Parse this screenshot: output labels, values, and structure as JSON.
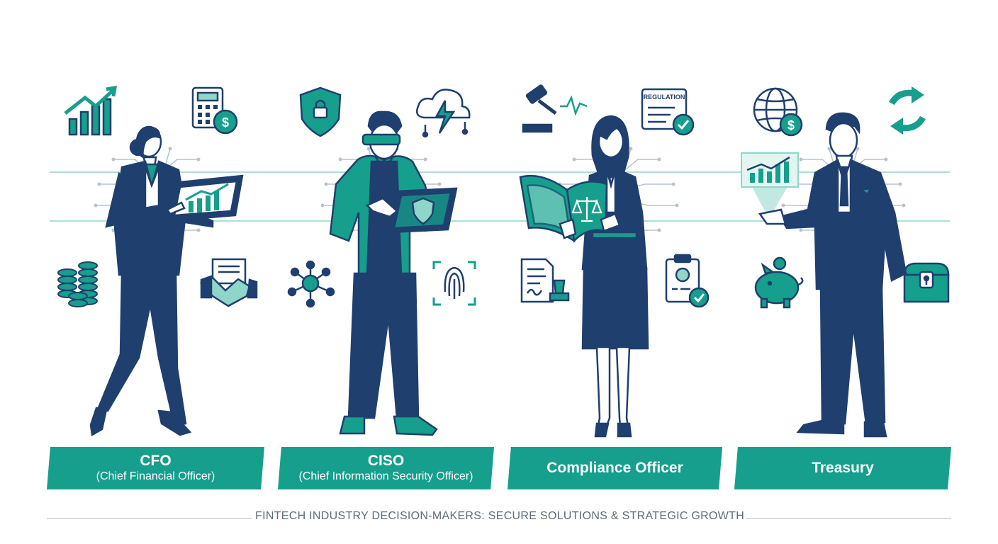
{
  "personas": [
    {
      "id": "cfo",
      "title": "CFO",
      "subtitle": "(Chief Financial Officer)",
      "icons": [
        "growth-chart-icon",
        "calculator-dollar-icon",
        "coin-stack-icon",
        "contract-handshake-icon"
      ]
    },
    {
      "id": "ciso",
      "title": "CISO",
      "subtitle": "(Chief Information Security Officer)",
      "icons": [
        "shield-lock-icon",
        "cloud-lightning-icon",
        "network-hub-icon",
        "fingerprint-scan-icon"
      ]
    },
    {
      "id": "compliance",
      "title": "Compliance Officer",
      "subtitle": "",
      "icons": [
        "gavel-icon",
        "regulation-doc-check-icon",
        "document-stamp-icon",
        "global-checklist-icon"
      ]
    },
    {
      "id": "treasury",
      "title": "Treasury",
      "subtitle": "",
      "icons": [
        "globe-dollar-icon",
        "sync-arrows-icon",
        "piggy-bank-icon",
        "treasure-chest-icon"
      ]
    }
  ],
  "regulation_doc_label": "REGULATION",
  "footer": "FINTECH INDUSTRY DECISION-MAKERS: SECURE SOLUTIONS & STRATEGIC GROWTH",
  "colors": {
    "navy": "#1f3f6e",
    "teal": "#169f8c",
    "light_teal": "#8fd6c9",
    "circuit": "#b7c3cc",
    "skin": "#ffffff"
  }
}
